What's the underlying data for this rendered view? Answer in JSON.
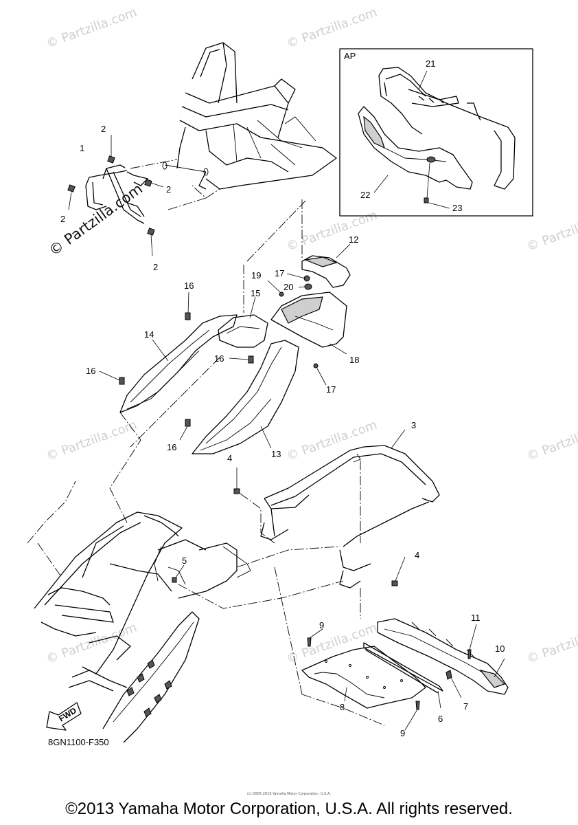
{
  "diagram": {
    "inset_label": "AP",
    "drawing_code": "8GN1100-F350",
    "fwd_label": "FWD",
    "watermark_text": "© Partzilla.com",
    "callouts": [
      "1",
      "2",
      "2",
      "2",
      "2",
      "3",
      "4",
      "4",
      "5",
      "6",
      "7",
      "8",
      "9",
      "9",
      "10",
      "11",
      "12",
      "13",
      "14",
      "15",
      "16",
      "16",
      "16",
      "16",
      "17",
      "17",
      "18",
      "19",
      "20",
      "21",
      "22",
      "23"
    ]
  },
  "footer": {
    "small_notice": "(c) 2005-2016 Yamaha Motor Corporation, U.S.A.",
    "copyright": "©2013 Yamaha Motor Corporation, U.S.A. All rights reserved."
  }
}
